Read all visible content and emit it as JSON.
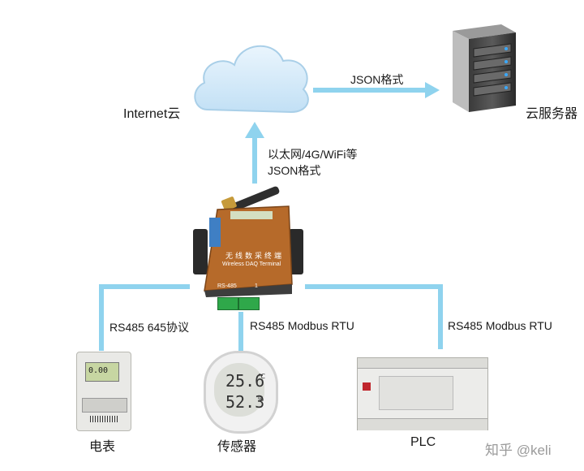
{
  "nodes": {
    "cloud_label": "Internet云",
    "server_label": "云服务器",
    "meter_label": "电表",
    "sensor_label": "传感器",
    "plc_label": "PLC"
  },
  "edges": {
    "cloud_to_server": "JSON格式",
    "device_to_cloud_line1": "以太网/4G/WiFi等",
    "device_to_cloud_line2": "JSON格式",
    "meter_link": "RS485 645协议",
    "sensor_link": "RS485 Modbus RTU",
    "plc_link": "RS485 Modbus RTU"
  },
  "device": {
    "title": "无线数采终端",
    "subtitle": "Wireless DAQ Terminal",
    "port_label": "RS-485",
    "port_label2": "1"
  },
  "sensor_display": {
    "temperature": "25.6",
    "temp_unit": "℃",
    "humidity": "52.3",
    "hum_unit": "%"
  },
  "meter_display": "0.00",
  "watermark": "知乎 @keli",
  "colors": {
    "connector": "#8fd3ee",
    "device_body": "#b66a2a",
    "cloud": "#cfe7f7"
  }
}
